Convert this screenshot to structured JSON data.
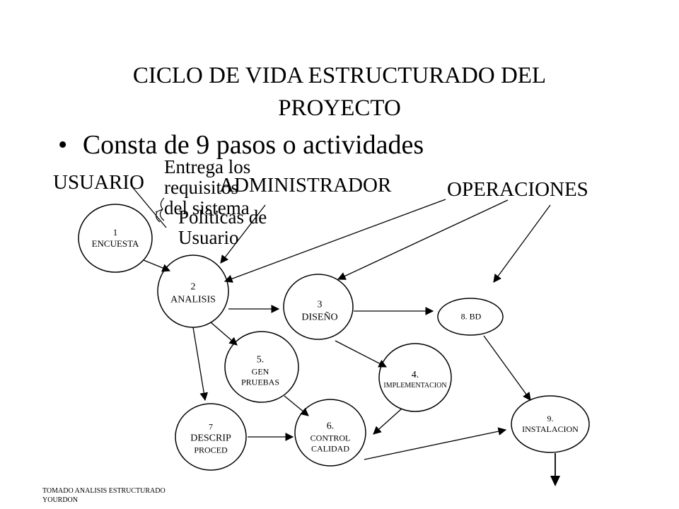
{
  "slide": {
    "title_line1": "CICLO DE VIDA ESTRUCTURADO DEL",
    "title_line2": "PROYECTO",
    "bullet_symbol": "•",
    "bullet_text": "Consta de 9 pasos  o actividades",
    "footer_line1": "TOMADO ANALISIS ESTRUCTURADO",
    "footer_line2": "YOURDON"
  },
  "actors": {
    "usuario": "USUARIO",
    "administrador": "ADMINISTRADOR",
    "operaciones": "OPERACIONES"
  },
  "notes": {
    "entrega_line1": "Entrega los",
    "entrega_line2": "requisitos",
    "entrega_line3": "del sistema",
    "politicas_line1": "Políticas de",
    "politicas_line2": "Usuario"
  },
  "nodes": {
    "n1": {
      "num": "1",
      "label": "ENCUESTA"
    },
    "n2": {
      "num": "2",
      "label": "ANALISIS"
    },
    "n3": {
      "num": "3",
      "label": "DISEÑO"
    },
    "n4": {
      "num": "4.",
      "label": "IMPLEMENTACION"
    },
    "n5": {
      "num": "5.",
      "label_line1": "GEN",
      "label_line2": "PRUEBAS"
    },
    "n6": {
      "num": "6.",
      "label_line1": "CONTROL",
      "label_line2": "CALIDAD"
    },
    "n7": {
      "num": "7",
      "label_line1": "DESCRIP",
      "label_line2": "PROCED"
    },
    "n8": {
      "label": "8. BD"
    },
    "n9": {
      "num": "9.",
      "label": "INSTALACION"
    }
  },
  "colors": {
    "stroke": "#000000",
    "fill": "#ffffff"
  }
}
